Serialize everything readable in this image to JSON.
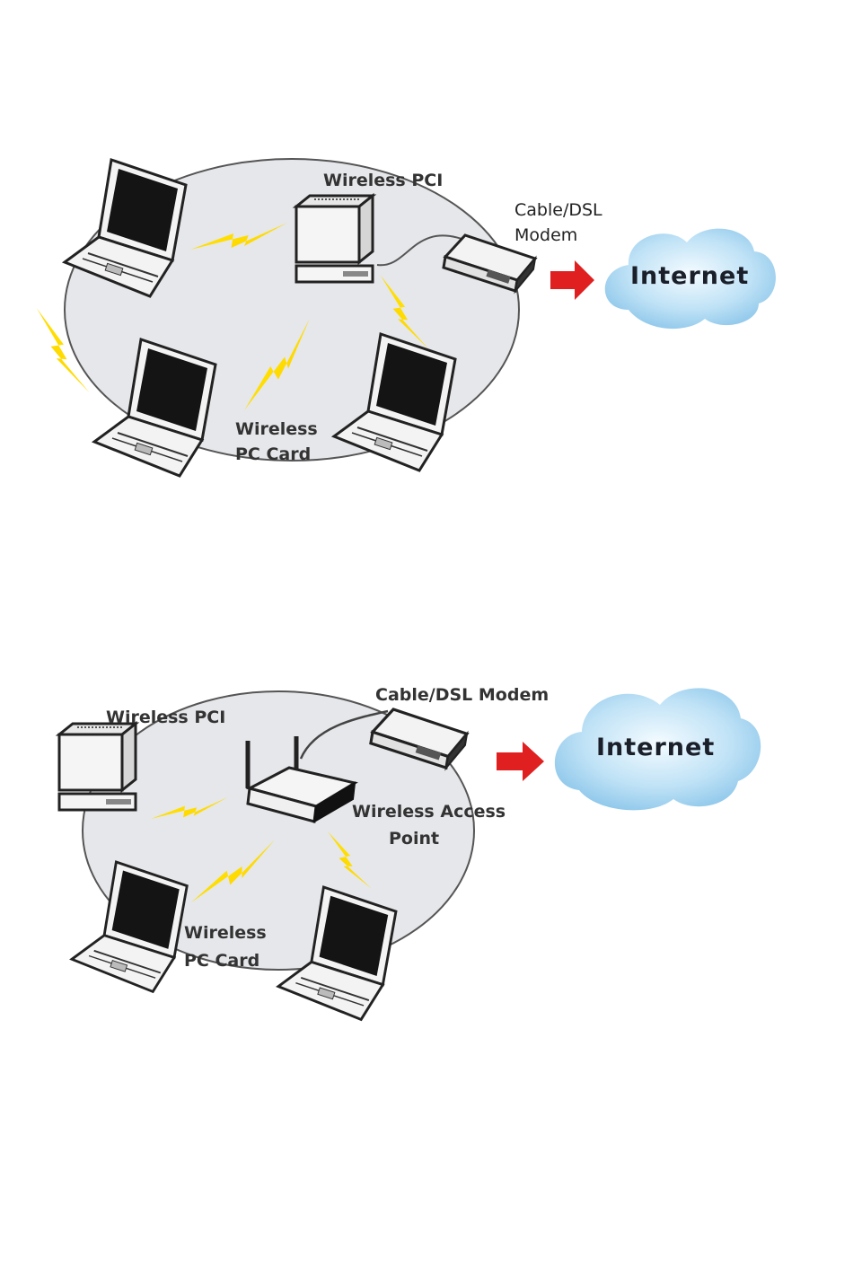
{
  "diagrams": [
    {
      "id": "ad-hoc",
      "labels": {
        "wireless_pci": "Wireless PCI",
        "modem_line1": "Cable/DSL",
        "modem_line2": "Modem",
        "internet": "Internet",
        "pc_card_line1": "Wireless",
        "pc_card_line2": "PC Card"
      },
      "devices": [
        "laptop",
        "desktop-pc",
        "cable-dsl-modem",
        "laptop",
        "laptop"
      ]
    },
    {
      "id": "infrastructure",
      "labels": {
        "wireless_pci": "Wireless PCI",
        "modem": "Cable/DSL Modem",
        "internet": "Internet",
        "ap_line1": "Wireless Access",
        "ap_line2": "Point",
        "pc_card_line1": "Wireless",
        "pc_card_line2": "PC Card"
      },
      "devices": [
        "desktop-pc",
        "wireless-access-point",
        "cable-dsl-modem",
        "laptop",
        "laptop"
      ]
    }
  ],
  "colors": {
    "network_area": "#e6e7ea",
    "arrow": "#e02020",
    "cloud": "#9fd0ee",
    "signal": "#f5d400"
  }
}
